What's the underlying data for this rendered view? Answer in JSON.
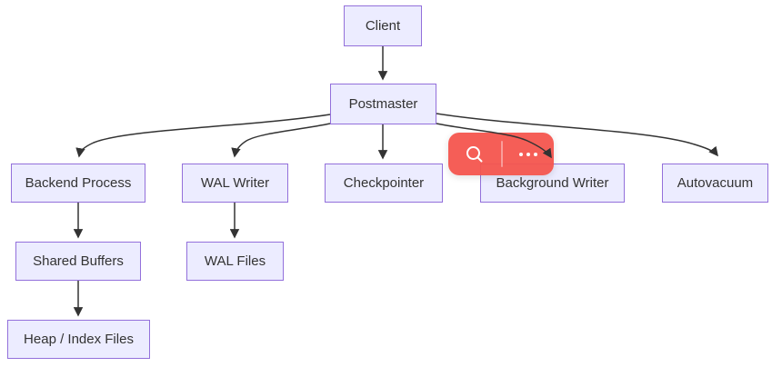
{
  "diagram": {
    "type": "flowchart",
    "nodes": [
      {
        "id": "client",
        "label": "Client"
      },
      {
        "id": "postmaster",
        "label": "Postmaster"
      },
      {
        "id": "backend-process",
        "label": "Backend Process"
      },
      {
        "id": "wal-writer",
        "label": "WAL Writer"
      },
      {
        "id": "checkpointer",
        "label": "Checkpointer"
      },
      {
        "id": "background-writer",
        "label": "Background Writer"
      },
      {
        "id": "autovacuum",
        "label": "Autovacuum"
      },
      {
        "id": "shared-buffers",
        "label": "Shared Buffers"
      },
      {
        "id": "wal-files",
        "label": "WAL Files"
      },
      {
        "id": "heap-index-files",
        "label": "Heap / Index Files"
      }
    ],
    "edges": [
      {
        "from": "Client",
        "to": "Postmaster"
      },
      {
        "from": "Postmaster",
        "to": "Backend Process"
      },
      {
        "from": "Postmaster",
        "to": "WAL Writer"
      },
      {
        "from": "Postmaster",
        "to": "Checkpointer"
      },
      {
        "from": "Postmaster",
        "to": "Background Writer"
      },
      {
        "from": "Postmaster",
        "to": "Autovacuum"
      },
      {
        "from": "Backend Process",
        "to": "Shared Buffers"
      },
      {
        "from": "Shared Buffers",
        "to": "Heap / Index Files"
      },
      {
        "from": "WAL Writer",
        "to": "WAL Files"
      }
    ],
    "colors": {
      "node_fill": "#ECECFF",
      "node_border": "#9370DB",
      "edge": "#333333",
      "text": "#333333",
      "background": "#FFFFFF"
    }
  },
  "overlay_toolbar": {
    "background": "#F4544C",
    "buttons": [
      {
        "name": "search",
        "icon": "search-icon"
      },
      {
        "name": "more",
        "icon": "ellipsis-icon"
      }
    ]
  }
}
